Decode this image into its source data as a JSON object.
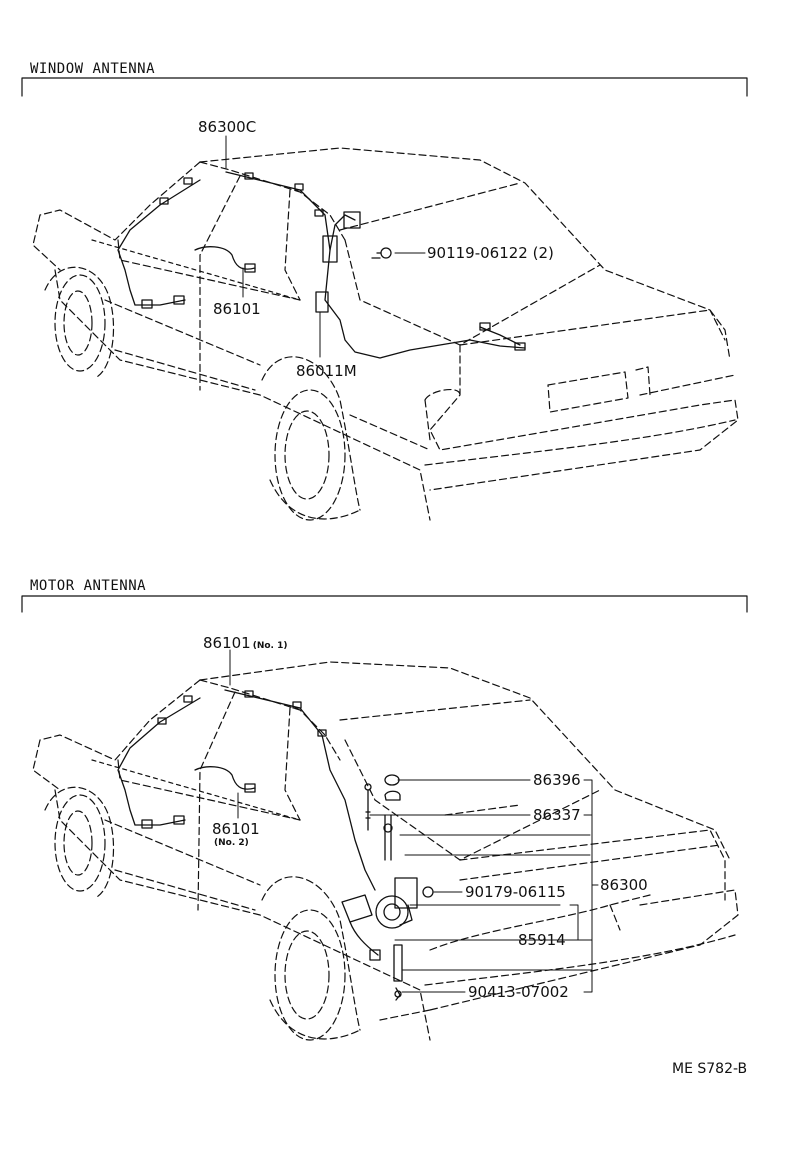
{
  "sections": {
    "window": {
      "title": "WINDOW ANTENNA"
    },
    "motor": {
      "title": "MOTOR ANTENNA"
    }
  },
  "window_labels": {
    "p86300c": "86300C",
    "p90119": "90119-06122 (2)",
    "p86101": "86101",
    "p86011m": "86011M"
  },
  "motor_labels": {
    "p86101_no1": "86101",
    "p86101_no1_sub": "(No. 1)",
    "p86101_no2": "86101",
    "p86101_no2_sub": "(No. 2)",
    "p86396": "86396",
    "p86337": "86337",
    "p90179": "90179-06115",
    "p86300": "86300",
    "p85914": "85914",
    "p90413": "90413-07002"
  },
  "figure_code": "ME S782-B"
}
